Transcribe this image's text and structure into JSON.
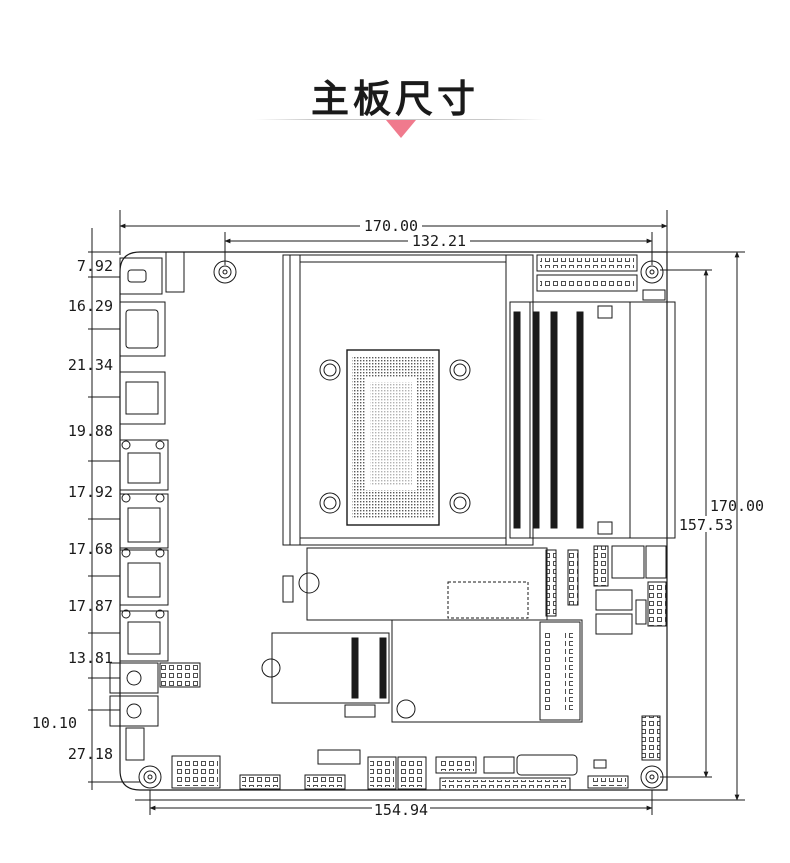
{
  "title": "主板尺寸",
  "dimensions": {
    "top_overall": "170.00",
    "top_holes": "132.21",
    "right_overall": "170.00",
    "right_holes": "157.53",
    "bottom_holes": "154.94",
    "left_spacings": [
      "7.92",
      "16.29",
      "21.34",
      "19.88",
      "17.92",
      "17.68",
      "17.87",
      "13.81",
      "10.10",
      "27.18"
    ]
  },
  "colors": {
    "accent": "#f07a8d",
    "line": "#1a1a1a"
  }
}
